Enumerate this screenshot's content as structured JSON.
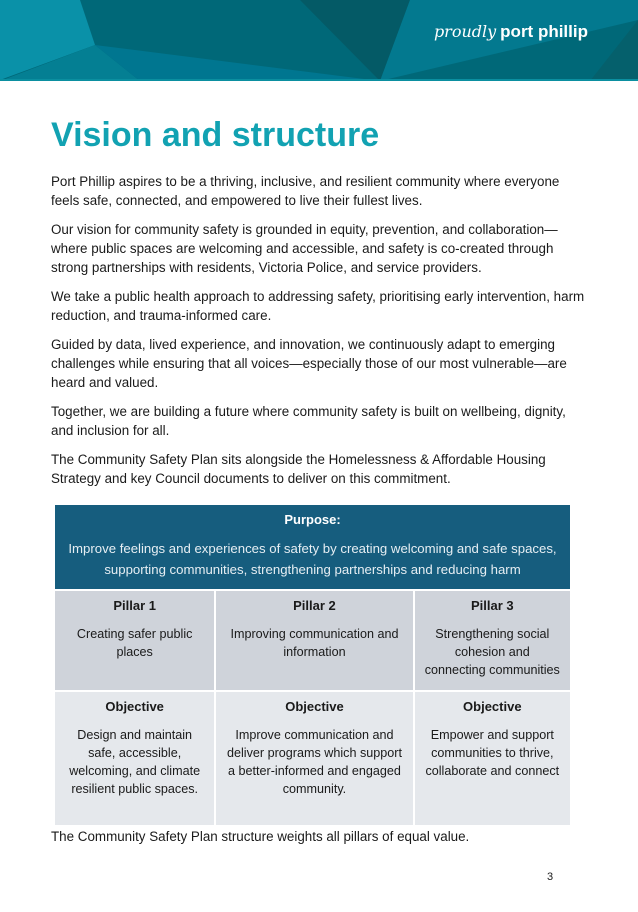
{
  "header": {
    "logo": "proudly port phillip",
    "logo_script": "proudly",
    "logo_main": "port phillip"
  },
  "title": "Vision and structure",
  "paragraphs": [
    "Port Phillip aspires to be a thriving, inclusive, and resilient community where everyone feels safe, connected, and empowered to live their fullest lives.",
    "Our vision for community safety is grounded in equity, prevention, and collaboration—where public spaces are welcoming and accessible, and safety is co-created through strong partnerships with residents, Victoria Police, and service providers.",
    "We take a public health approach to addressing safety, prioritising early intervention, harm reduction, and trauma-informed care.",
    "Guided by data, lived experience, and innovation, we continuously adapt to emerging challenges while ensuring that all voices—especially those of our most vulnerable—are heard and valued.",
    "Together, we are building a future where community safety is built on wellbeing, dignity, and inclusion for all.",
    "The Community Safety Plan sits alongside the Homelessness & Affordable Housing Strategy and key Council documents to deliver on this commitment."
  ],
  "table": {
    "purpose_label": "Purpose:",
    "purpose_text": "Improve feelings and experiences of safety by creating welcoming and safe spaces, supporting communities, strengthening partnerships and reducing harm",
    "pillars": [
      {
        "label": "Pillar 1",
        "text": "Creating safer public places",
        "objective_label": "Objective",
        "objective": "Design and maintain safe, accessible, welcoming, and climate resilient public spaces."
      },
      {
        "label": "Pillar 2",
        "text": "Improving communication and information",
        "objective_label": "Objective",
        "objective": "Improve communication and deliver programs which support a better-informed and engaged community."
      },
      {
        "label": "Pillar 3",
        "text": "Strengthening social cohesion and connecting communities",
        "objective_label": "Objective",
        "objective": "Empower and support communities to thrive, collaborate and connect"
      }
    ]
  },
  "footer_note": "The Community Safety Plan structure weights all pillars of equal value.",
  "page_number": "3"
}
